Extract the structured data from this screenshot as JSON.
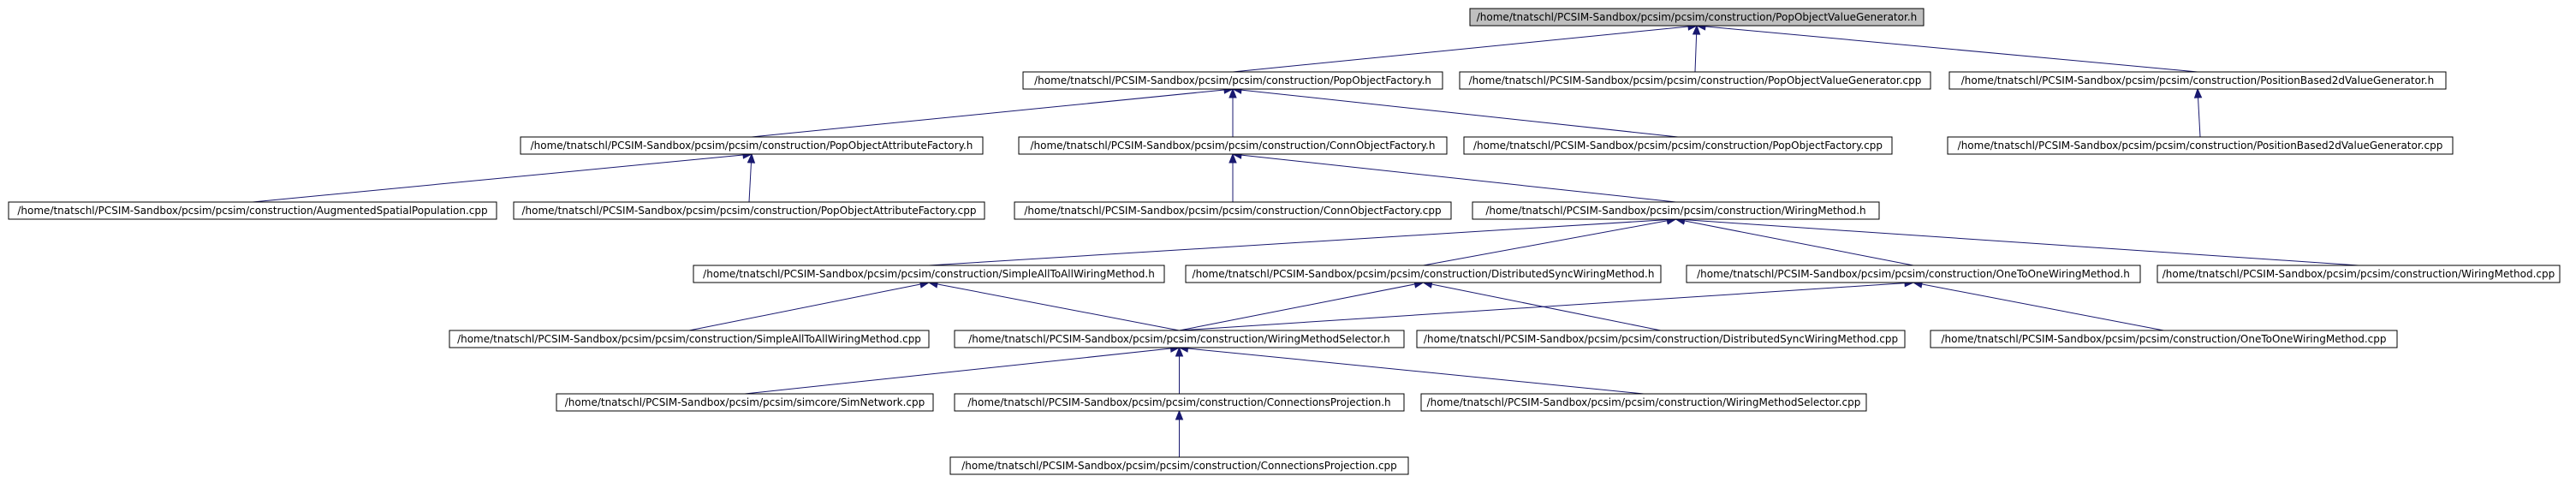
{
  "title": "",
  "nodes": [
    {
      "id": "pov_h",
      "label": "/home/tnatschl/PCSIM-Sandbox/pcsim/pcsim/construction/PopObjectValueGenerator.h",
      "root": true
    },
    {
      "id": "pof_h",
      "label": "/home/tnatschl/PCSIM-Sandbox/pcsim/pcsim/construction/PopObjectFactory.h"
    },
    {
      "id": "pov_cpp",
      "label": "/home/tnatschl/PCSIM-Sandbox/pcsim/pcsim/construction/PopObjectValueGenerator.cpp"
    },
    {
      "id": "pb2_h",
      "label": "/home/tnatschl/PCSIM-Sandbox/pcsim/pcsim/construction/PositionBased2dValueGenerator.h"
    },
    {
      "id": "poaf_h",
      "label": "/home/tnatschl/PCSIM-Sandbox/pcsim/pcsim/construction/PopObjectAttributeFactory.h"
    },
    {
      "id": "cof_h",
      "label": "/home/tnatschl/PCSIM-Sandbox/pcsim/pcsim/construction/ConnObjectFactory.h"
    },
    {
      "id": "pof_cpp",
      "label": "/home/tnatschl/PCSIM-Sandbox/pcsim/pcsim/construction/PopObjectFactory.cpp"
    },
    {
      "id": "pb2_cpp",
      "label": "/home/tnatschl/PCSIM-Sandbox/pcsim/pcsim/construction/PositionBased2dValueGenerator.cpp"
    },
    {
      "id": "asp_cpp",
      "label": "/home/tnatschl/PCSIM-Sandbox/pcsim/pcsim/construction/AugmentedSpatialPopulation.cpp"
    },
    {
      "id": "poaf_cpp",
      "label": "/home/tnatschl/PCSIM-Sandbox/pcsim/pcsim/construction/PopObjectAttributeFactory.cpp"
    },
    {
      "id": "cof_cpp",
      "label": "/home/tnatschl/PCSIM-Sandbox/pcsim/pcsim/construction/ConnObjectFactory.cpp"
    },
    {
      "id": "wm_h",
      "label": "/home/tnatschl/PCSIM-Sandbox/pcsim/pcsim/construction/WiringMethod.h"
    },
    {
      "id": "saa_h",
      "label": "/home/tnatschl/PCSIM-Sandbox/pcsim/pcsim/construction/SimpleAllToAllWiringMethod.h"
    },
    {
      "id": "dsw_h",
      "label": "/home/tnatschl/PCSIM-Sandbox/pcsim/pcsim/construction/DistributedSyncWiringMethod.h"
    },
    {
      "id": "oto_h",
      "label": "/home/tnatschl/PCSIM-Sandbox/pcsim/pcsim/construction/OneToOneWiringMethod.h"
    },
    {
      "id": "wm_cpp",
      "label": "/home/tnatschl/PCSIM-Sandbox/pcsim/pcsim/construction/WiringMethod.cpp"
    },
    {
      "id": "saa_cpp",
      "label": "/home/tnatschl/PCSIM-Sandbox/pcsim/pcsim/construction/SimpleAllToAllWiringMethod.cpp"
    },
    {
      "id": "wms_h",
      "label": "/home/tnatschl/PCSIM-Sandbox/pcsim/pcsim/construction/WiringMethodSelector.h"
    },
    {
      "id": "dsw_cpp",
      "label": "/home/tnatschl/PCSIM-Sandbox/pcsim/pcsim/construction/DistributedSyncWiringMethod.cpp"
    },
    {
      "id": "oto_cpp",
      "label": "/home/tnatschl/PCSIM-Sandbox/pcsim/pcsim/construction/OneToOneWiringMethod.cpp"
    },
    {
      "id": "sn_cpp",
      "label": "/home/tnatschl/PCSIM-Sandbox/pcsim/pcsim/simcore/SimNetwork.cpp"
    },
    {
      "id": "cp_h",
      "label": "/home/tnatschl/PCSIM-Sandbox/pcsim/pcsim/construction/ConnectionsProjection.h"
    },
    {
      "id": "wms_cpp",
      "label": "/home/tnatschl/PCSIM-Sandbox/pcsim/pcsim/construction/WiringMethodSelector.cpp"
    },
    {
      "id": "cp_cpp",
      "label": "/home/tnatschl/PCSIM-Sandbox/pcsim/pcsim/construction/ConnectionsProjection.cpp"
    }
  ],
  "edges": [
    [
      "pov_h",
      "pof_h"
    ],
    [
      "pov_h",
      "pov_cpp"
    ],
    [
      "pov_h",
      "pb2_h"
    ],
    [
      "pof_h",
      "poaf_h"
    ],
    [
      "pof_h",
      "cof_h"
    ],
    [
      "pof_h",
      "pof_cpp"
    ],
    [
      "pb2_h",
      "pb2_cpp"
    ],
    [
      "poaf_h",
      "asp_cpp"
    ],
    [
      "poaf_h",
      "poaf_cpp"
    ],
    [
      "cof_h",
      "cof_cpp"
    ],
    [
      "cof_h",
      "wm_h"
    ],
    [
      "wm_h",
      "saa_h"
    ],
    [
      "wm_h",
      "dsw_h"
    ],
    [
      "wm_h",
      "oto_h"
    ],
    [
      "wm_h",
      "wm_cpp"
    ],
    [
      "saa_h",
      "saa_cpp"
    ],
    [
      "saa_h",
      "wms_h"
    ],
    [
      "dsw_h",
      "wms_h"
    ],
    [
      "dsw_h",
      "dsw_cpp"
    ],
    [
      "oto_h",
      "wms_h"
    ],
    [
      "oto_h",
      "oto_cpp"
    ],
    [
      "wms_h",
      "sn_cpp"
    ],
    [
      "wms_h",
      "cp_h"
    ],
    [
      "wms_h",
      "wms_cpp"
    ],
    [
      "cp_h",
      "cp_cpp"
    ]
  ]
}
